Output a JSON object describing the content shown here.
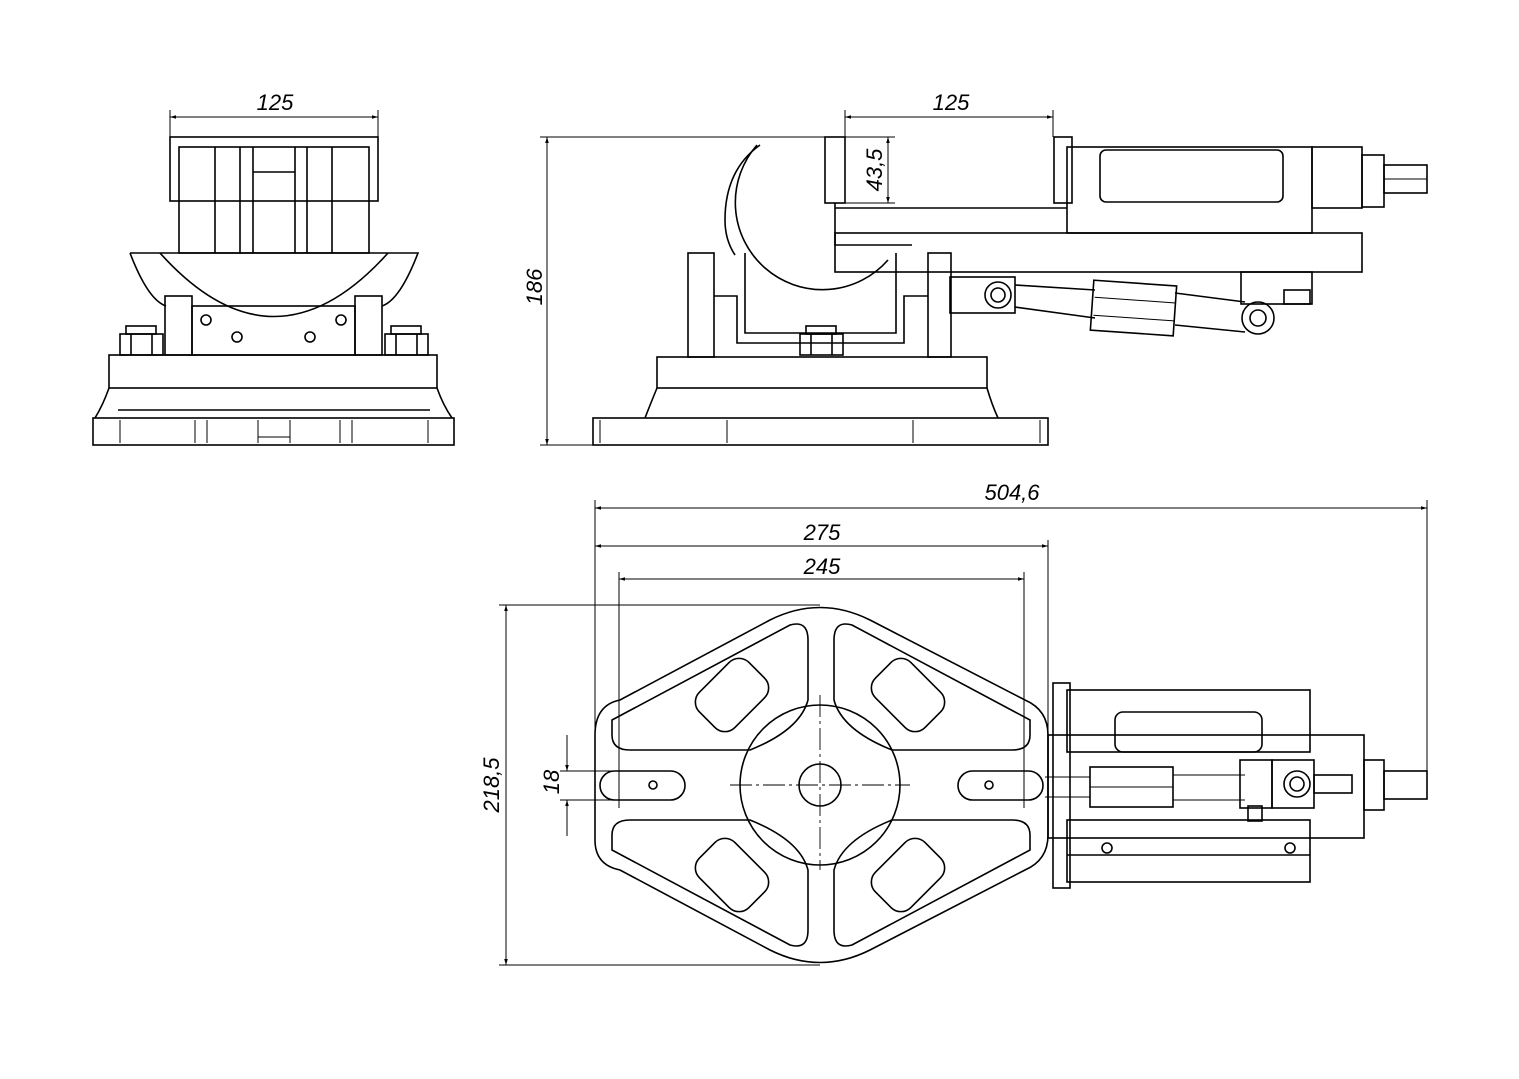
{
  "title": "Swivel tilting machine vise — dimensional drawing",
  "dimensions": {
    "front_width": "125",
    "side_jaw_width": "125",
    "jaw_height": "43,5",
    "total_height": "186",
    "total_length": "504,6",
    "base_length": "275",
    "slot_spacing": "245",
    "base_width": "218,5",
    "slot_width": "18"
  },
  "colors": {
    "line": "#000000",
    "background": "#ffffff"
  }
}
